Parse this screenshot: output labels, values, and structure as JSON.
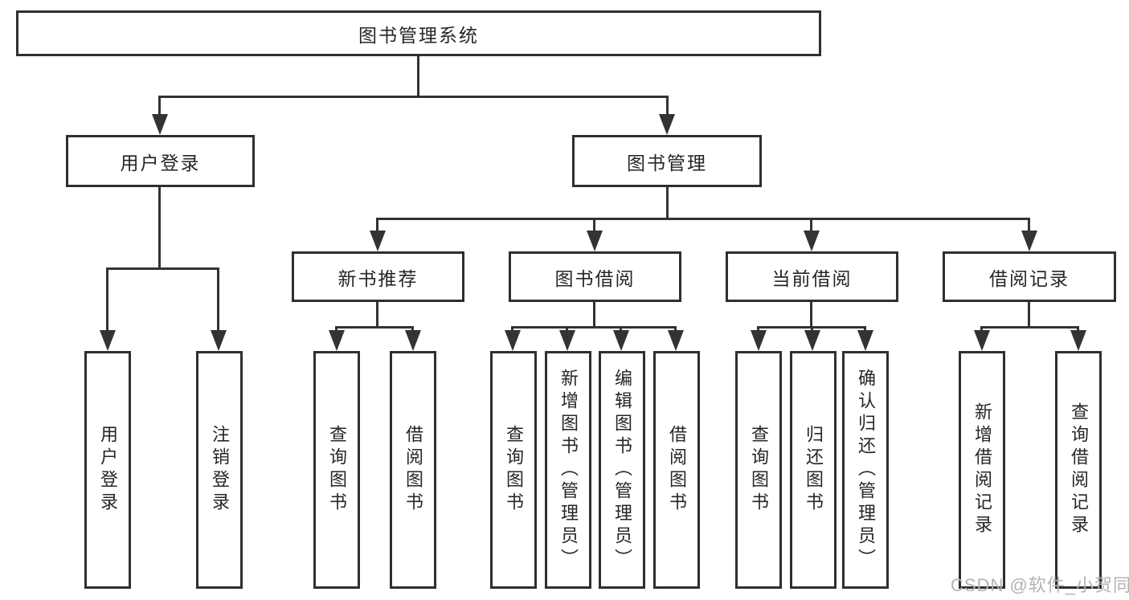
{
  "diagram": {
    "type": "org-tree",
    "colors": {
      "line": "#333333",
      "box_border": "#2f2f2f",
      "box_fill": "#ffffff",
      "text": "#262626",
      "watermark_text": "#b3b3b3",
      "background": "#ffffff"
    },
    "root": {
      "label": "图书管理系统"
    },
    "level1": [
      {
        "label": "用户登录"
      },
      {
        "label": "图书管理"
      }
    ],
    "level2": [
      {
        "label": "新书推荐"
      },
      {
        "label": "图书借阅"
      },
      {
        "label": "当前借阅"
      },
      {
        "label": "借阅记录"
      }
    ],
    "leaves": {
      "login": [
        {
          "label": "用户登录"
        },
        {
          "label": "注销登录"
        }
      ],
      "recommend": [
        {
          "label": "查询图书"
        },
        {
          "label": "借阅图书"
        }
      ],
      "borrow": [
        {
          "label": "查询图书"
        },
        {
          "label": "新增图书（管理员）"
        },
        {
          "label": "编辑图书（管理员）"
        },
        {
          "label": "借阅图书"
        }
      ],
      "current": [
        {
          "label": "查询图书"
        },
        {
          "label": "归还图书"
        },
        {
          "label": "确认归还（管理员）"
        }
      ],
      "records": [
        {
          "label": "新增借阅记录"
        },
        {
          "label": "查询借阅记录"
        }
      ]
    }
  },
  "watermark": {
    "text": "CSDN @软件_小贺同学"
  }
}
